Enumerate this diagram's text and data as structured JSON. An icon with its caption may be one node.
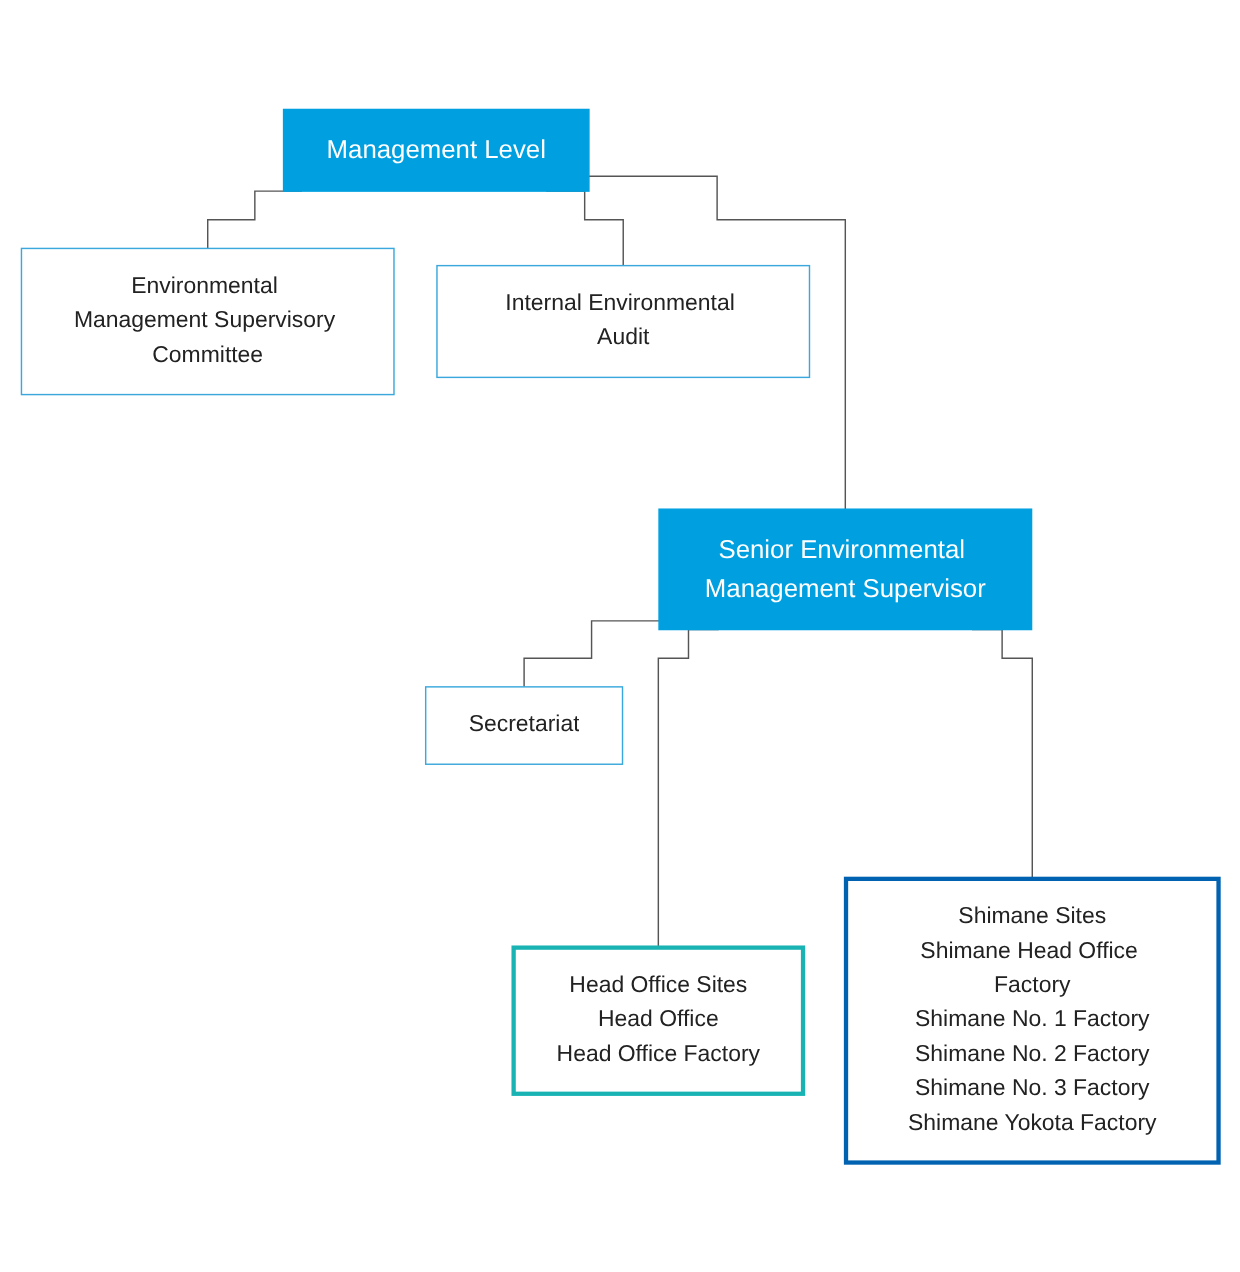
{
  "diagram": {
    "nodes": [
      {
        "text": [
          "Management Level"
        ]
      },
      {
        "text": [
          "Environmental Management Supervisory Committee"
        ]
      },
      {
        "text": [
          "Internal Environmental Audit"
        ]
      },
      {
        "text": [
          "Senior Environmental Management Supervisor"
        ]
      },
      {
        "text": [
          "Secretariat"
        ]
      },
      {
        "text": [
          "Head Office Sites",
          "Head Office",
          "Head Office Factory"
        ]
      },
      {
        "text": [
          "Shimane Sites",
          "Shimane Head Office Factory",
          "Shimane No. 1 Factory",
          "Shimane No. 2 Factory",
          "Shimane No. 3 Factory",
          "Shimane Yokota Factory"
        ]
      }
    ],
    "edges": [
      {
        "from": 0,
        "to": 1,
        "arrow": "none"
      },
      {
        "from": 0,
        "to": 2,
        "arrow": "none"
      },
      {
        "from": 0,
        "to": 3,
        "arrow": "none"
      },
      {
        "from": 3,
        "to": 4,
        "arrow": "none"
      },
      {
        "from": 3,
        "to": 5,
        "arrow": "none"
      },
      {
        "from": 3,
        "to": 6,
        "arrow": "none"
      }
    ]
  }
}
